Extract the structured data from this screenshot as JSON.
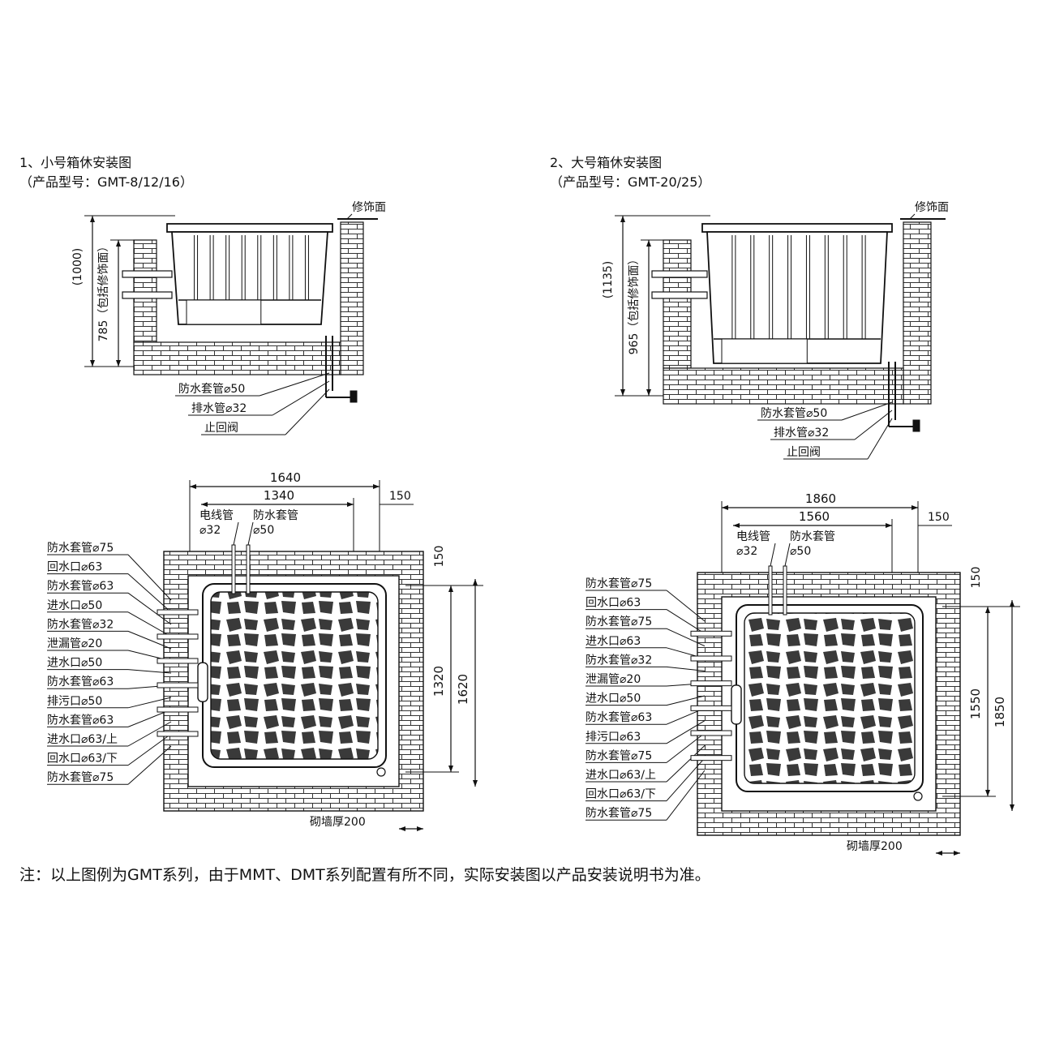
{
  "small": {
    "title": "1、小号箱休安装图",
    "model": "（产品型号：GMT-8/12/16）",
    "side": {
      "trim_label": "修饰面",
      "dim_total": "(1000)",
      "dim_inner": "785（包括修饰面）",
      "callouts": [
        "防水套管⌀50",
        "排水管⌀32",
        "止回阀"
      ]
    },
    "plan": {
      "dim_outer": "1640",
      "dim_inner": "1340",
      "dim_side": "150",
      "dim_right_top": "150",
      "dim_right_inner": "1320",
      "dim_right_outer": "1620",
      "top_pipe_1": [
        "电线管",
        "⌀32"
      ],
      "top_pipe_2": [
        "防水套管",
        "⌀50"
      ],
      "wall_label": "砌墙厚200",
      "left_labels": [
        "防水套管⌀75",
        "回水口⌀63",
        "防水套管⌀63",
        "进水口⌀50",
        "防水套管⌀32",
        "泄漏管⌀20",
        "进水口⌀50",
        "防水套管⌀63",
        "排污口⌀50",
        "防水套管⌀63",
        "进水口⌀63/上",
        "回水口⌀63/下",
        "防水套管⌀75"
      ]
    }
  },
  "large": {
    "title": "2、大号箱休安装图",
    "model": "（产品型号：GMT-20/25）",
    "side": {
      "trim_label": "修饰面",
      "dim_total": "(1135)",
      "dim_inner": "965（包括修饰面）",
      "callouts": [
        "防水套管⌀50",
        "排水管⌀32",
        "止回阀"
      ]
    },
    "plan": {
      "dim_outer": "1860",
      "dim_inner": "1560",
      "dim_side": "150",
      "dim_right_top": "150",
      "dim_right_inner": "1550",
      "dim_right_outer": "1850",
      "top_pipe_1": [
        "电线管",
        "⌀32"
      ],
      "top_pipe_2": [
        "防水套管",
        "⌀50"
      ],
      "wall_label": "砌墙厚200",
      "left_labels": [
        "防水套管⌀75",
        "回水口⌀63",
        "防水套管⌀75",
        "进水口⌀63",
        "防水套管⌀32",
        "泄漏管⌀20",
        "进水口⌀50",
        "防水套管⌀63",
        "排污口⌀63",
        "防水套管⌀75",
        "进水口⌀63/上",
        "回水口⌀63/下",
        "防水套管⌀75"
      ]
    }
  },
  "note": "注：以上图例为GMT系列，由于MMT、DMT系列配置有所不同，实际安装图以产品安装说明书为准。",
  "colors": {
    "line": "#111111",
    "brick": "#333333",
    "fill": "#ffffff"
  }
}
